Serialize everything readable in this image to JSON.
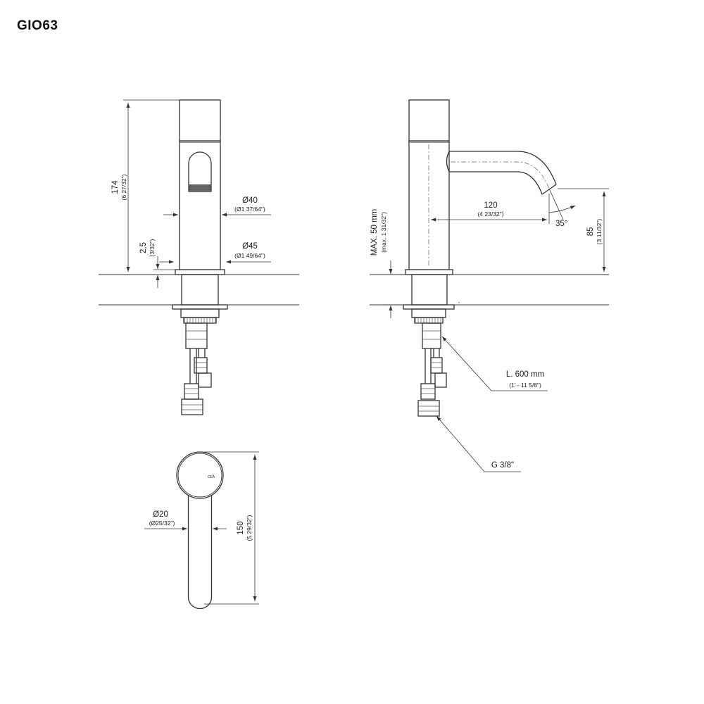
{
  "title": "GIO63",
  "front_view": {
    "height_main": "174",
    "height_sub": "(6 27/32\")",
    "diameter40_main": "Ø40",
    "diameter40_sub": "(Ø1 37/64\")",
    "diameter45_main": "Ø45",
    "diameter45_sub": "(Ø1 49/64\")",
    "thickness_main": "2,5",
    "thickness_sub": "(3/32\")"
  },
  "side_view": {
    "max_main": "MAX. 50 mm",
    "max_sub": "(max. 1 31/32\")",
    "reach_main": "120",
    "reach_sub": "(4 23/32\")",
    "angle": "35°",
    "spout_height_main": "85",
    "spout_height_sub": "(3 11/32\")",
    "hose_main": "L. 600 mm",
    "hose_sub": "(1' - 11 5/8\")",
    "thread": "G 3/8\""
  },
  "top_view": {
    "diameter20_main": "Ø20",
    "diameter20_sub": "(Ø25/32\")",
    "length_main": "150",
    "length_sub": "(5 29/32\")",
    "logo": "CEA"
  }
}
